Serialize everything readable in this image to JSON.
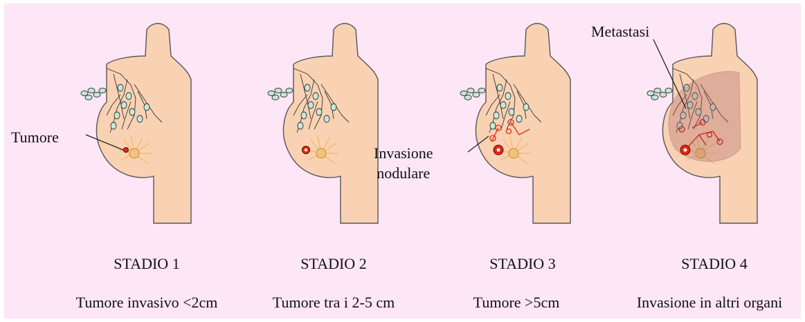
{
  "stages": [
    {
      "title": "STADIO 1",
      "description": "Tumore invasivo <2cm"
    },
    {
      "title": "STADIO 2",
      "description": "Tumore tra i 2-5 cm"
    },
    {
      "title": "STADIO 3",
      "description": "Tumore >5cm"
    },
    {
      "title": "STADIO 4",
      "description": "Invasione in altri organi"
    }
  ],
  "callouts": {
    "tumor": "Tumore",
    "nodal_line1": "Invasione",
    "nodal_line2": "nodulare",
    "metastasis": "Metastasi"
  },
  "colors": {
    "background": "#fde6f6",
    "skin": "#f9d2b4",
    "outline": "#4a4a4a",
    "lymph_node": "#c5e8d6",
    "tumor": "#e02a10",
    "duct": "#f0b860"
  }
}
